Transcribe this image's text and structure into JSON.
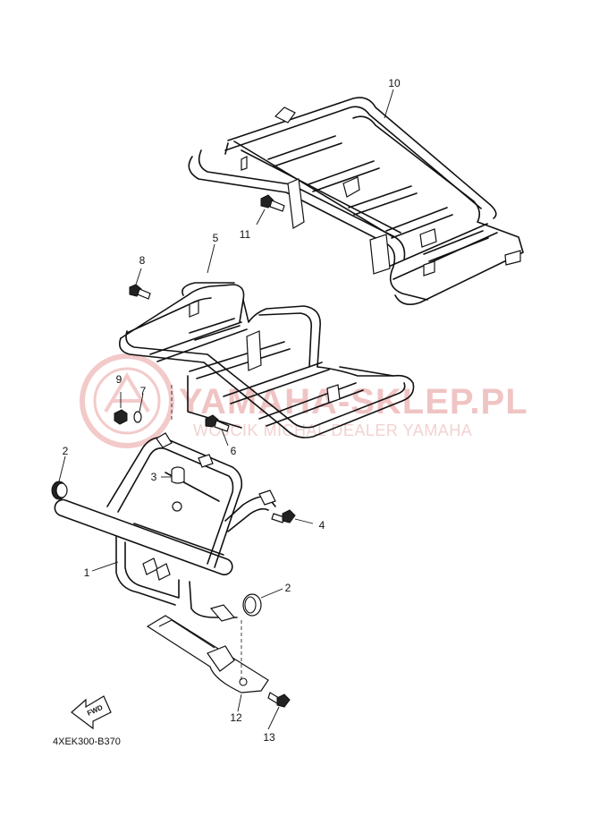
{
  "watermark": {
    "line1": "YAMAHA-SKLEP.PL",
    "line2": "WOJCIK MICHAL DEALER YAMAHA"
  },
  "callouts": [
    {
      "id": "c1",
      "label": "1"
    },
    {
      "id": "c2a",
      "label": "2"
    },
    {
      "id": "c2b",
      "label": "2"
    },
    {
      "id": "c3",
      "label": "3"
    },
    {
      "id": "c4",
      "label": "4"
    },
    {
      "id": "c5",
      "label": "5"
    },
    {
      "id": "c6",
      "label": "6"
    },
    {
      "id": "c7",
      "label": "7"
    },
    {
      "id": "c8",
      "label": "8"
    },
    {
      "id": "c9",
      "label": "9"
    },
    {
      "id": "c10",
      "label": "10"
    },
    {
      "id": "c11",
      "label": "11"
    },
    {
      "id": "c12",
      "label": "12"
    },
    {
      "id": "c13",
      "label": "13"
    }
  ],
  "fwd_label": "FWD",
  "diagram_code": "4XEK300-B370"
}
